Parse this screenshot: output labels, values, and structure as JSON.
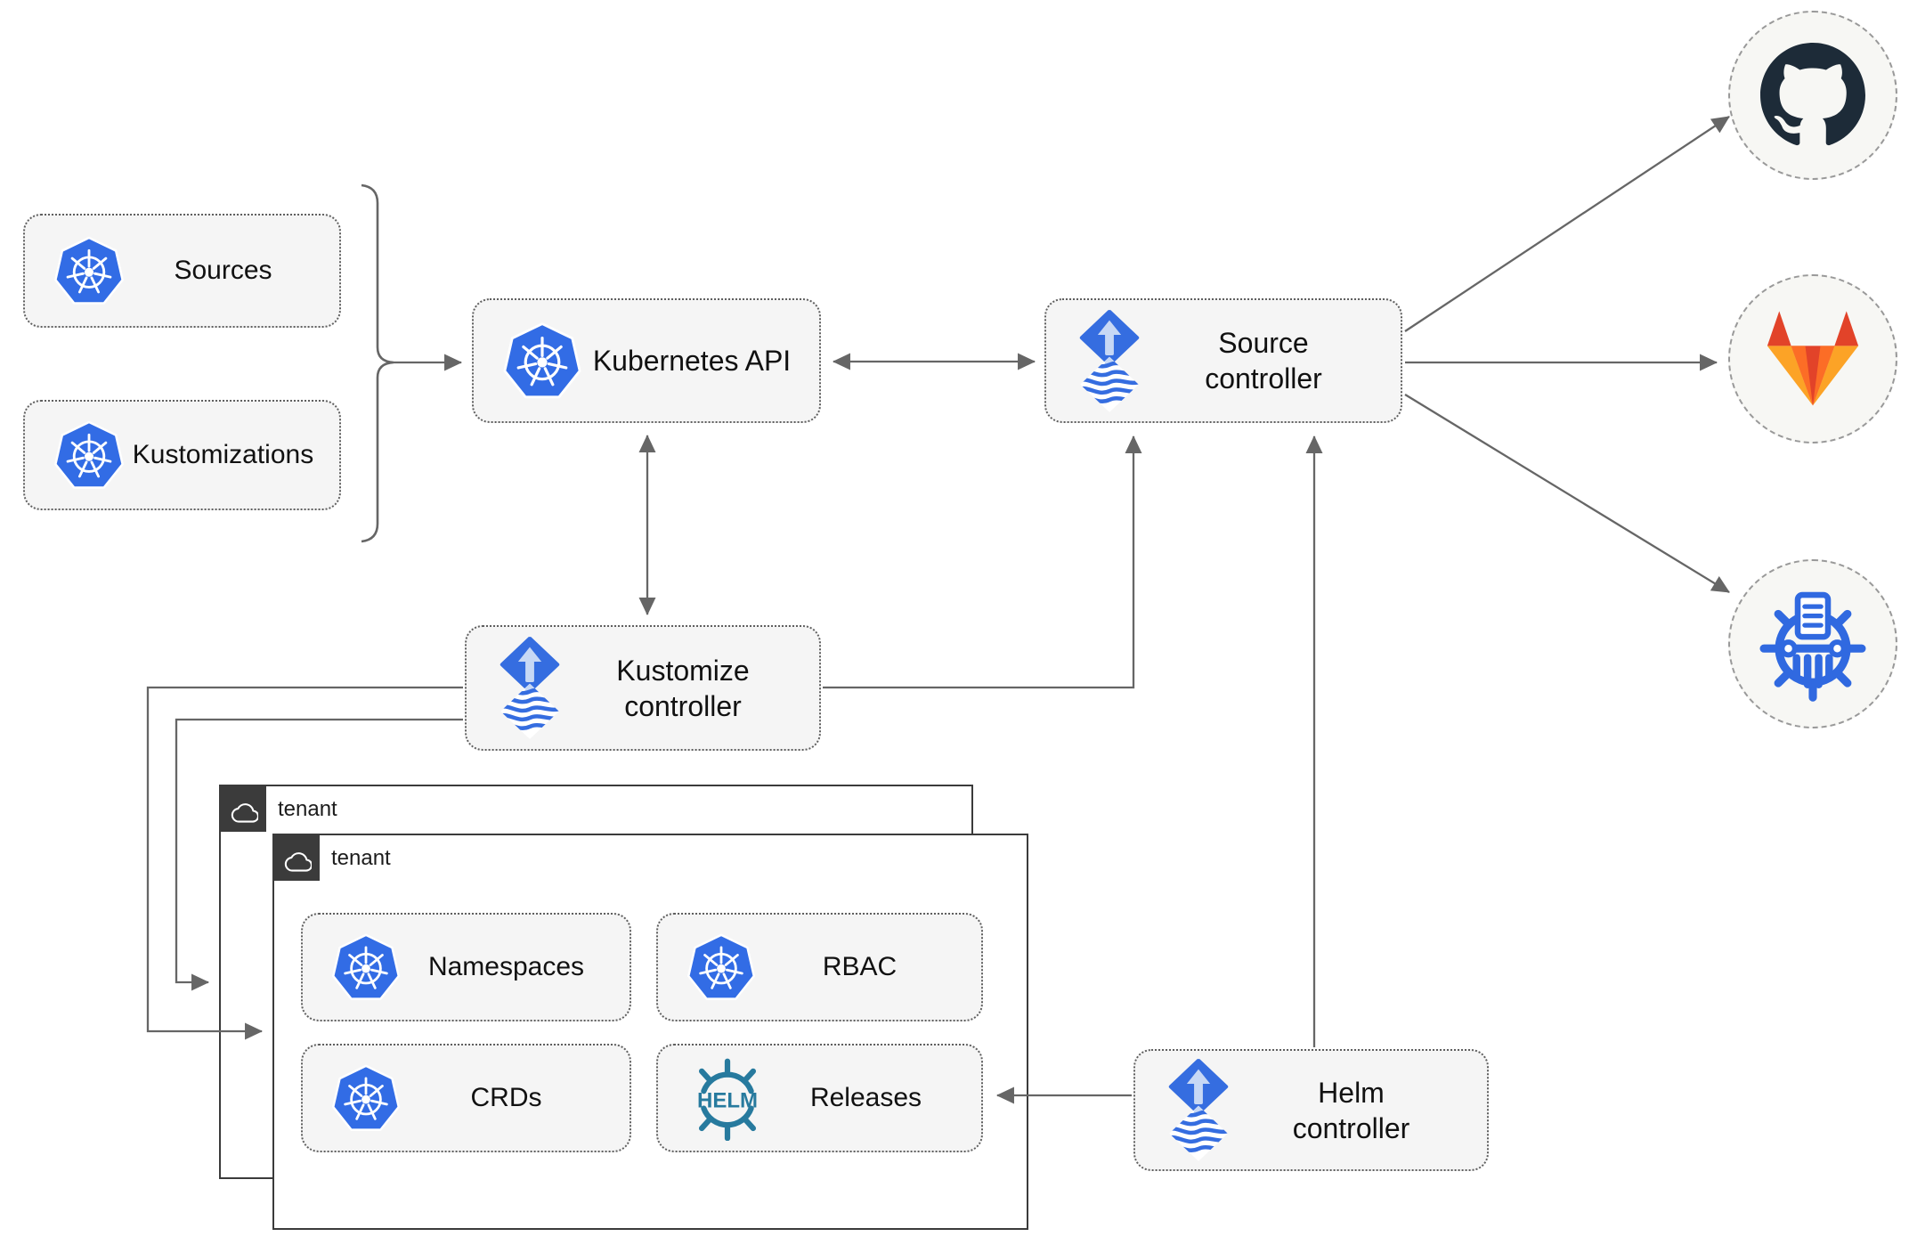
{
  "title": "Flux GitOps multi-tenancy architecture diagram",
  "colors": {
    "kubernetes_blue": "#326ce5",
    "flux_blue": "#356de0",
    "flux_light_arrow": "#c7d8f5",
    "helm_teal": "#277a9e",
    "github_dark": "#1d2b38",
    "gitlab_red_orange": "#e24329",
    "gitlab_mid_orange": "#fc6d26",
    "gitlab_light_orange": "#fca326",
    "bucket_blue": "#3069e0",
    "line_gray": "#666666",
    "panel_fill": "#f5f5f5",
    "panel_border": "#5f5f5f",
    "tenant_tab_dark": "#3b3b3b"
  },
  "nodes": {
    "sources": {
      "label": "Sources",
      "icon": "kubernetes-icon"
    },
    "kustomizations": {
      "label": "Kustomizations",
      "icon": "kubernetes-icon"
    },
    "kubernetes_api": {
      "label": "Kubernetes API",
      "icon": "kubernetes-icon"
    },
    "source_controller": {
      "label": "Source\ncontroller",
      "icon": "flux-icon"
    },
    "kustomize_controller": {
      "label": "Kustomize\ncontroller",
      "icon": "flux-icon"
    },
    "helm_controller": {
      "label": "Helm\ncontroller",
      "icon": "flux-icon"
    },
    "tenant_outer": {
      "label": "tenant",
      "icon": "cloud-icon"
    },
    "tenant_inner": {
      "label": "tenant",
      "icon": "cloud-icon"
    },
    "namespaces": {
      "label": "Namespaces",
      "icon": "kubernetes-icon"
    },
    "rbac": {
      "label": "RBAC",
      "icon": "kubernetes-icon"
    },
    "crds": {
      "label": "CRDs",
      "icon": "kubernetes-icon"
    },
    "releases": {
      "label": "Releases",
      "icon": "helm-icon"
    },
    "github": {
      "icon": "github-icon"
    },
    "gitlab": {
      "icon": "gitlab-icon"
    },
    "bucket": {
      "icon": "bucket-icon"
    }
  },
  "icons": {
    "helm_text": "HELM"
  },
  "edges": [
    {
      "from": "sources+kustomizations",
      "to": "kubernetes_api",
      "bidirectional": false
    },
    {
      "from": "kubernetes_api",
      "to": "source_controller",
      "bidirectional": true
    },
    {
      "from": "kubernetes_api",
      "to": "kustomize_controller",
      "bidirectional": true
    },
    {
      "from": "kustomize_controller",
      "to": "source_controller",
      "bidirectional": false
    },
    {
      "from": "helm_controller",
      "to": "source_controller",
      "bidirectional": false
    },
    {
      "from": "kustomize_controller",
      "to": "tenant_outer",
      "bidirectional": false
    },
    {
      "from": "kustomize_controller",
      "to": "tenant_inner",
      "bidirectional": false
    },
    {
      "from": "helm_controller",
      "to": "releases",
      "bidirectional": false
    },
    {
      "from": "source_controller",
      "to": "github",
      "bidirectional": false
    },
    {
      "from": "source_controller",
      "to": "gitlab",
      "bidirectional": false
    },
    {
      "from": "source_controller",
      "to": "bucket",
      "bidirectional": false
    }
  ]
}
